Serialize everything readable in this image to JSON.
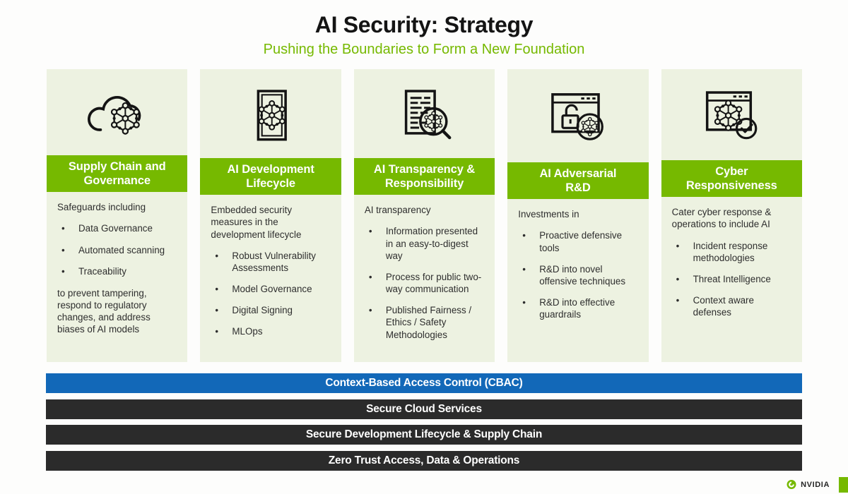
{
  "title": "AI Security: Strategy",
  "subtitle": "Pushing the Boundaries to Form a New Foundation",
  "columns": [
    {
      "icon": "cloud-ai-icon",
      "header": "Supply Chain and\nGovernance",
      "intro": "Safeguards including",
      "bullets": [
        "Data Governance",
        "Automated scanning",
        "Traceability"
      ],
      "outro": "to prevent tampering, respond to regulatory changes, and address biases of AI models"
    },
    {
      "icon": "document-ai-icon",
      "header": "AI Development\nLifecycle",
      "intro": "Embedded security measures in the development lifecycle",
      "bullets": [
        "Robust Vulnerability Assessments",
        "Model Governance",
        "Digital Signing",
        "MLOps"
      ],
      "outro": ""
    },
    {
      "icon": "report-magnifier-icon",
      "header": "AI Transparency &\nResponsibility",
      "intro": "AI transparency",
      "bullets": [
        "Information presented in an easy-to-digest way",
        "Process for public two-way communication",
        "Published Fairness / Ethics / Safety Methodologies"
      ],
      "outro": ""
    },
    {
      "icon": "browser-unlock-icon",
      "header": "AI Adversarial\nR&D",
      "intro": "Investments in",
      "bullets": [
        "Proactive defensive tools",
        "R&D into novel offensive techniques",
        "R&D into effective guardrails"
      ],
      "outro": ""
    },
    {
      "icon": "browser-check-icon",
      "header": "Cyber\nResponsiveness",
      "intro": "Cater cyber response & operations to include AI",
      "bullets": [
        "Incident response methodologies",
        "Threat Intelligence",
        "Context aware defenses"
      ],
      "outro": ""
    }
  ],
  "foundation_bars": [
    {
      "label": "Context-Based Access Control (CBAC)",
      "color": "#1268b8"
    },
    {
      "label": "Secure Cloud Services",
      "color": "#2b2b2b"
    },
    {
      "label": "Secure Development Lifecycle & Supply Chain",
      "color": "#2b2b2b"
    },
    {
      "label": "Zero Trust Access, Data & Operations",
      "color": "#2b2b2b"
    }
  ],
  "footer": {
    "brand": "NVIDIA"
  },
  "colors": {
    "accent_green": "#76b900",
    "card_background": "#edf2e1",
    "bar_blue": "#1268b8",
    "bar_dark": "#2b2b2b"
  }
}
